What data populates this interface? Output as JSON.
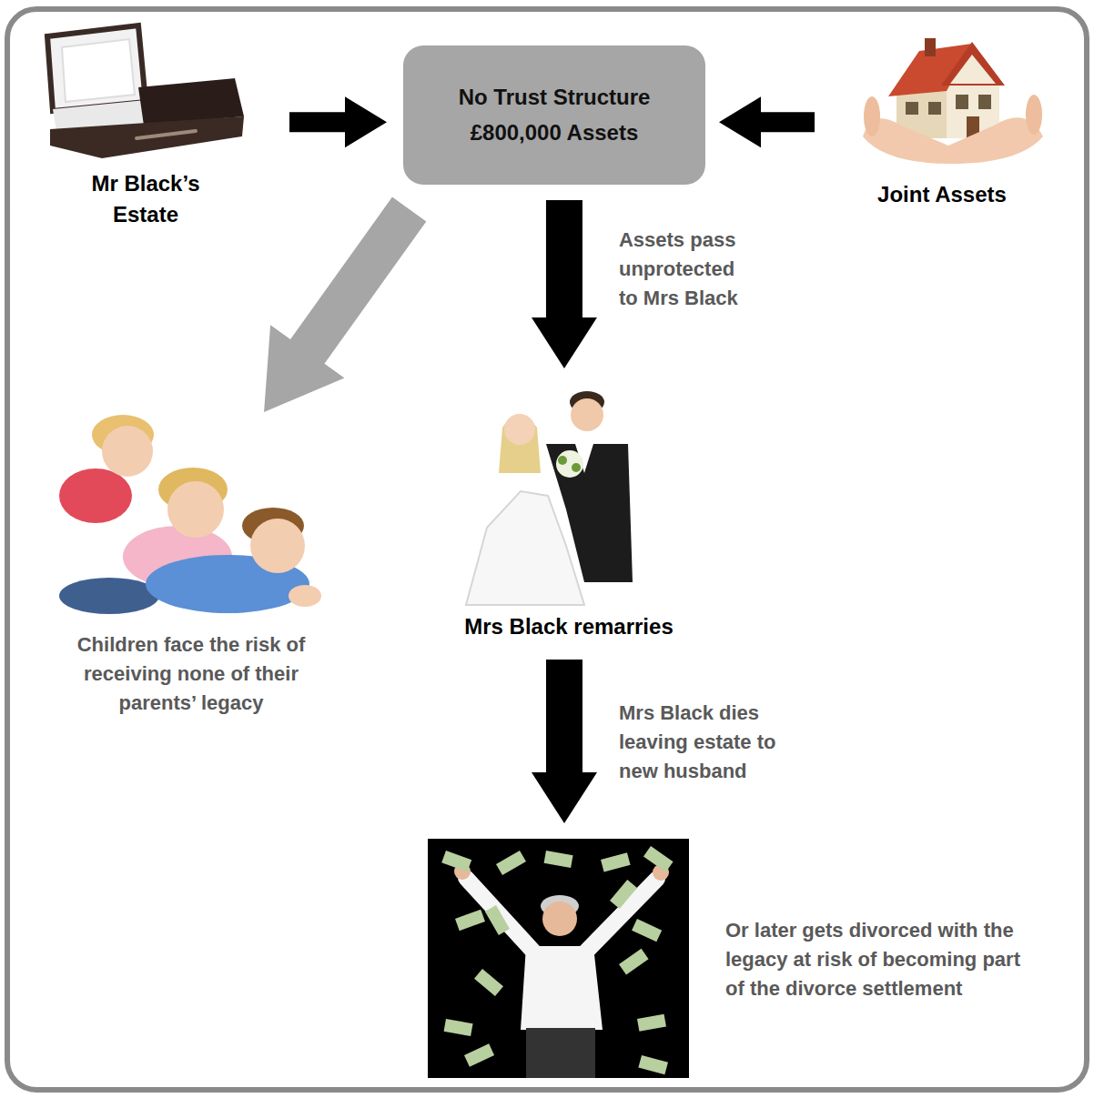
{
  "diagram": {
    "nodes": [
      {
        "text": [
          "Mr Black’s Estate"
        ]
      },
      {
        "text": [
          "No Trust Structure £800,000 Assets"
        ]
      },
      {
        "text": [
          "Joint Assets"
        ]
      },
      {
        "text": [
          "Children face the risk of receiving none of their parents’ legacy"
        ]
      },
      {
        "text": [
          "Mrs Black remarries"
        ]
      },
      {
        "text": [
          "Or later gets divorced with the legacy at risk of becoming part of the divorce settlement"
        ]
      }
    ],
    "edges": [
      {
        "from": 0,
        "to": 1,
        "arrow": "to"
      },
      {
        "from": 2,
        "to": 1,
        "arrow": "to"
      },
      {
        "from": 1,
        "to": 4,
        "label": "Assets pass unprotected to Mrs Black",
        "arrow": "to"
      },
      {
        "from": 1,
        "to": 3,
        "arrow": "to"
      },
      {
        "from": 4,
        "to": 5,
        "label": "Mrs Black dies leaving estate to new husband",
        "arrow": "to"
      }
    ]
  }
}
